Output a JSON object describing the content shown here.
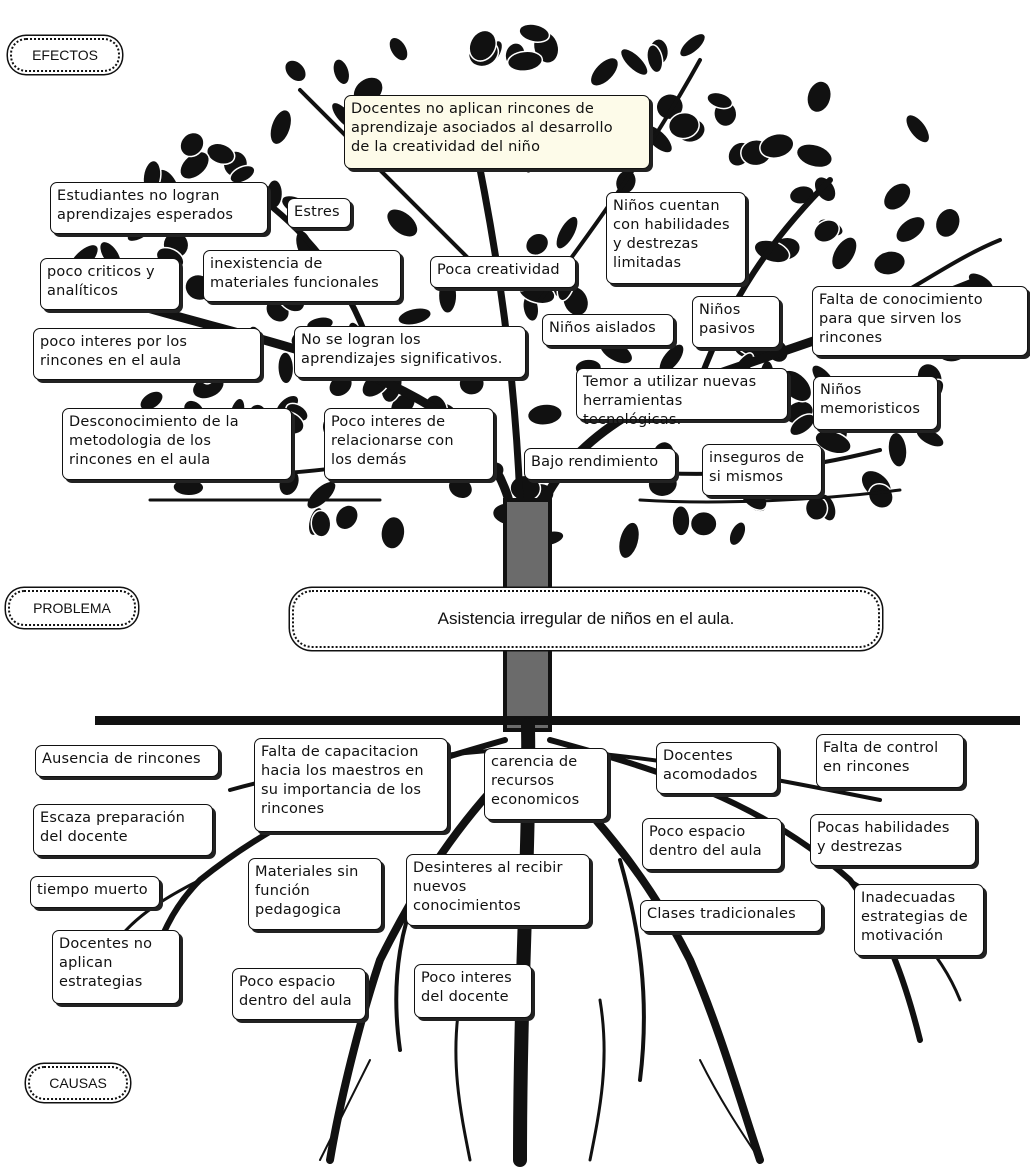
{
  "labels": {
    "efectos": "EFECTOS",
    "problema": "PROBLEMA",
    "causas": "CAUSAS"
  },
  "problem": "Asistencia irregular de niños en el aula.",
  "effects": {
    "docentes_rincones": "Docentes no aplican rincones de\naprendizaje asociados al desarrollo\nde la creatividad del niño",
    "estudiantes_no_logran": "Estudiantes no logran\naprendizajes esperados",
    "estres": "Estres",
    "ninos_habilidades": "Niños cuentan\ncon habilidades\ny destrezas\nlimitadas",
    "poco_criticos": "poco criticos y\nanalíticos",
    "inexistencia_materiales": "inexistencia de\nmateriales funcionales",
    "poca_creatividad": "Poca creatividad",
    "ninos_pasivos": "Niños\npasivos",
    "falta_conocimiento": "Falta de conocimiento\npara que sirven los\nrincones",
    "poco_interes_rincones": "poco interes por los\nrincones en el aula",
    "no_se_logran": "No se logran los\naprendizajes significativos.",
    "ninos_aislados": "Niños aislados",
    "temor_herramientas": "Temor a utilizar nuevas\nherramientas tecnológicas.",
    "ninos_memoristicos": "Niños\nmemoristicos",
    "desconocimiento_metodologia": "Desconocimiento de la\nmetodologia de los\nrincones en el aula",
    "poco_interes_relacionarse": "Poco interes de\nrelacionarse con\nlos demás",
    "bajo_rendimiento": "Bajo rendimiento",
    "inseguros": "inseguros de\nsi mismos"
  },
  "causes": {
    "ausencia_rincones": "Ausencia de rincones",
    "falta_capacitacion": "Falta de capacitacion\nhacia los maestros en\nsu importancia de los\nrincones",
    "carencia_recursos": "carencia de\nrecursos\neconomicos",
    "docentes_acomodados": "Docentes\nacomodados",
    "falta_control": "Falta de control\nen rincones",
    "escaza_preparacion": "Escaza preparación\ndel docente",
    "poco_espacio_1": "Poco espacio\ndentro del aula",
    "pocas_habilidades": "Pocas habilidades\ny destrezas",
    "materiales_sin_funcion": "Materiales sin\nfunción\npedagogica",
    "desinteres_recibir": "Desinteres al recibir\nnuevos\nconocimientos",
    "tiempo_muerto": "tiempo muerto",
    "clases_tradicionales": "Clases tradicionales",
    "inadecuadas_estrategias": "Inadecuadas\nestrategias de\nmotivación",
    "docentes_no_aplican": "Docentes no\naplican\nestrategias",
    "poco_espacio_2": "Poco espacio\ndentro del aula",
    "poco_interes_docente": "Poco interes\ndel docente"
  },
  "colors": {
    "tree": "#111111",
    "trunk": "#6b6b6b",
    "box_border": "#111111",
    "highlight_box": "#fdfbe9"
  }
}
